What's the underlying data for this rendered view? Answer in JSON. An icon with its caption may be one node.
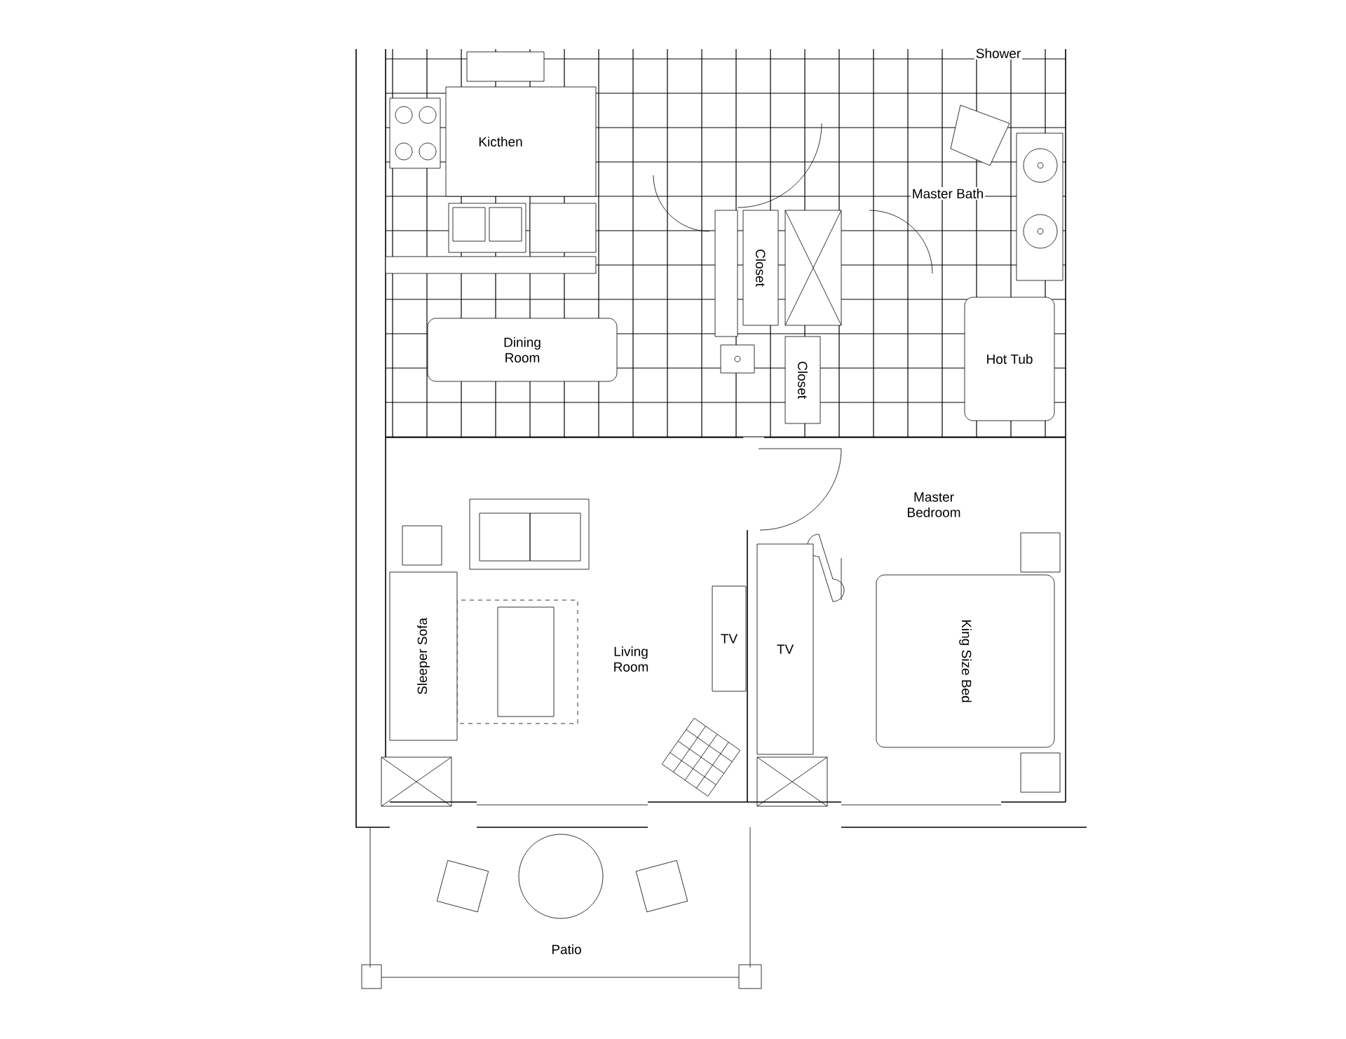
{
  "diagram": {
    "nodes": [
      {
        "text": [
          "Closet"
        ]
      },
      {
        "text": [
          "Dining Room"
        ]
      },
      {
        "text": [
          "Closet"
        ]
      },
      {
        "text": [
          "Hot Tub"
        ]
      },
      {
        "text": [
          "Sleeper Sofa"
        ]
      },
      {
        "text": [
          "TV"
        ]
      },
      {
        "text": [
          "TV"
        ]
      },
      {
        "text": [
          "King Size Bed"
        ]
      }
    ],
    "labels": [
      "Shower",
      "Kicthen",
      "Master Bath",
      "Master Bedroom",
      "Living Room",
      "Patio"
    ]
  }
}
